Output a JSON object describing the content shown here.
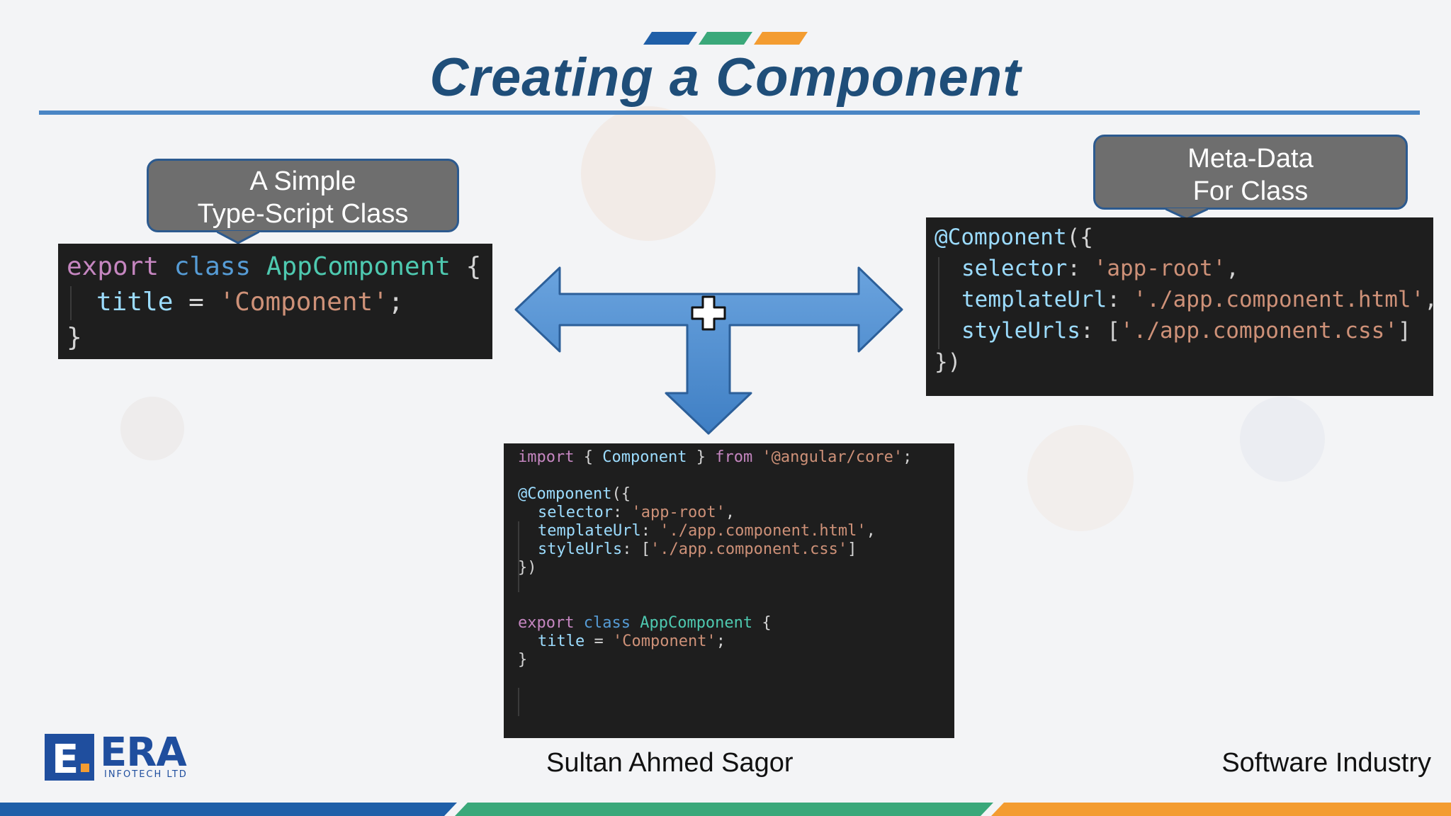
{
  "slide": {
    "title": "Creating a Component",
    "colors": {
      "blue": "#1f5fa8",
      "green": "#3aa87a",
      "orange": "#f39c31",
      "title": "#1f4e79"
    }
  },
  "callouts": {
    "left": {
      "line1": "A Simple",
      "line2": "Type-Script Class"
    },
    "right": {
      "line1": "Meta-Data",
      "line2": "For Class"
    }
  },
  "code_class": {
    "l1": {
      "a": "export",
      "b": "class",
      "c": "AppComponent",
      "d": "{"
    },
    "l2": {
      "a": "title",
      "b": "=",
      "c": "'Component'",
      "d": ";"
    },
    "l3": {
      "a": "}"
    }
  },
  "code_meta": {
    "l1": {
      "a": "@Component",
      "b": "({"
    },
    "l2": {
      "a": "selector",
      "b": ":",
      "c": "'app-root'",
      "d": ","
    },
    "l3": {
      "a": "templateUrl",
      "b": ":",
      "c": "'./app.component.html'",
      "d": ","
    },
    "l4": {
      "a": "styleUrls",
      "b": ":",
      "c": "[",
      "d": "'./app.component.css'",
      "e": "]"
    },
    "l5": {
      "a": "})"
    }
  },
  "code_full": {
    "l1": {
      "a": "import",
      "b": "{",
      "c": "Component",
      "d": "}",
      "e": "from",
      "f": "'@angular/core'",
      "g": ";"
    },
    "l3": {
      "a": "@Component",
      "b": "({"
    },
    "l4": {
      "a": "selector",
      "b": ":",
      "c": "'app-root'",
      "d": ","
    },
    "l5": {
      "a": "templateUrl",
      "b": ":",
      "c": "'./app.component.html'",
      "d": ","
    },
    "l6": {
      "a": "styleUrls",
      "b": ":",
      "c": "[",
      "d": "'./app.component.css'",
      "e": "]"
    },
    "l7": {
      "a": "})"
    },
    "l10": {
      "a": "export",
      "b": "class",
      "c": "AppComponent",
      "d": "{"
    },
    "l11": {
      "a": "title",
      "b": "=",
      "c": "'Component'",
      "d": ";"
    },
    "l12": {
      "a": "}"
    }
  },
  "footer": {
    "author": "Sultan Ahmed Sagor",
    "industry": "Software Industry",
    "logo": {
      "mark": "E",
      "name": "ERA",
      "sub": "INFOTECH LTD"
    }
  }
}
